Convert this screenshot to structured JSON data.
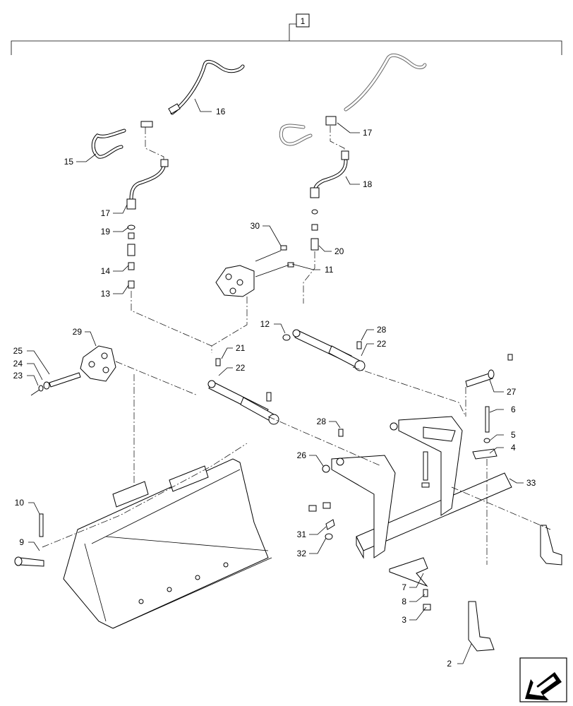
{
  "assembly_callout": "1",
  "callouts": [
    {
      "id": "c2",
      "text": "2"
    },
    {
      "id": "c3",
      "text": "3"
    },
    {
      "id": "c4",
      "text": "4"
    },
    {
      "id": "c5",
      "text": "5"
    },
    {
      "id": "c6",
      "text": "6"
    },
    {
      "id": "c7",
      "text": "7"
    },
    {
      "id": "c8",
      "text": "8"
    },
    {
      "id": "c9",
      "text": "9"
    },
    {
      "id": "c10",
      "text": "10"
    },
    {
      "id": "c11",
      "text": "11"
    },
    {
      "id": "c12",
      "text": "12"
    },
    {
      "id": "c13",
      "text": "13"
    },
    {
      "id": "c14",
      "text": "14"
    },
    {
      "id": "c15",
      "text": "15"
    },
    {
      "id": "c16",
      "text": "16"
    },
    {
      "id": "c17a",
      "text": "17"
    },
    {
      "id": "c17b",
      "text": "17"
    },
    {
      "id": "c18",
      "text": "18"
    },
    {
      "id": "c19",
      "text": "19"
    },
    {
      "id": "c20",
      "text": "20"
    },
    {
      "id": "c21",
      "text": "21"
    },
    {
      "id": "c22a",
      "text": "22"
    },
    {
      "id": "c22b",
      "text": "22"
    },
    {
      "id": "c23",
      "text": "23"
    },
    {
      "id": "c24",
      "text": "24"
    },
    {
      "id": "c25",
      "text": "25"
    },
    {
      "id": "c26",
      "text": "26"
    },
    {
      "id": "c27",
      "text": "27"
    },
    {
      "id": "c28a",
      "text": "28"
    },
    {
      "id": "c28b",
      "text": "28"
    },
    {
      "id": "c29",
      "text": "29"
    },
    {
      "id": "c30",
      "text": "30"
    },
    {
      "id": "c31",
      "text": "31"
    },
    {
      "id": "c32",
      "text": "32"
    },
    {
      "id": "c33",
      "text": "33"
    }
  ],
  "nav_icon": "direction-arrow-icon"
}
